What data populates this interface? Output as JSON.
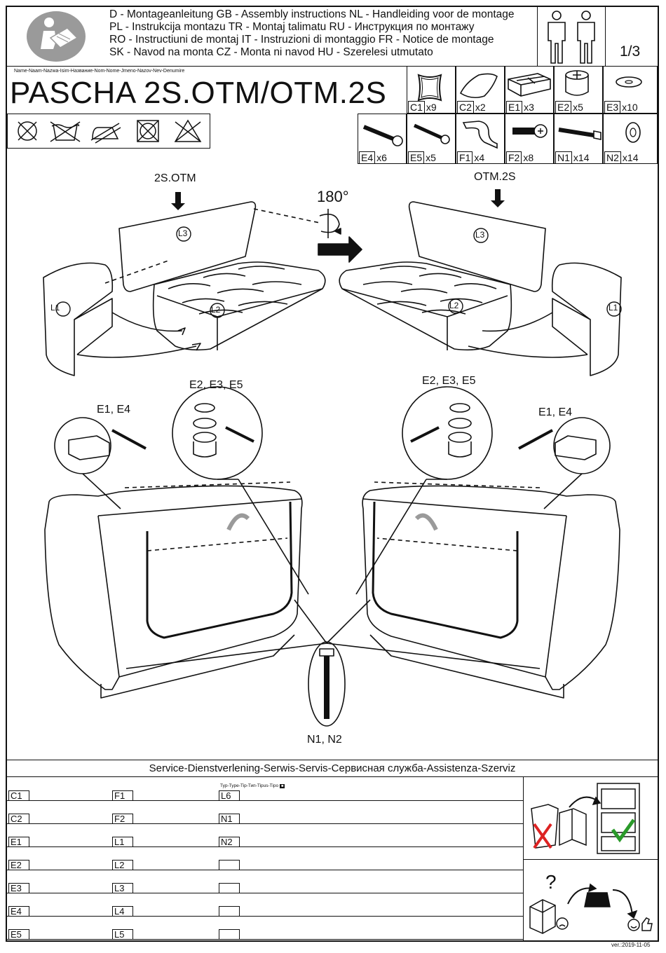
{
  "header": {
    "languages": [
      "D - Montageanleitung GB - Assembly instructions NL - Handleiding voor de montage",
      "PL - Instrukcija montazu TR - Montaj talimatu RU - Инструкция по монтажу",
      "RO - Instructiuni de montaj IT - Instruzioni di montaggio FR - Notice de montage",
      "SK - Navod na monta CZ - Monta ni navod HU - Szerelesi utmutato"
    ],
    "page_number": "1/3",
    "names_caption": "Name-Naam-Nazwa-Isim-Название-Nom-Nome-Jmeno-Nazov-Nev-Denumire",
    "model": "PASCHA 2S.OTM/OTM.2S"
  },
  "parts": [
    {
      "code": "C1",
      "qty": "x9"
    },
    {
      "code": "C2",
      "qty": "x2"
    },
    {
      "code": "E1",
      "qty": "x3"
    },
    {
      "code": "E2",
      "qty": "x5"
    },
    {
      "code": "E3",
      "qty": "x10"
    },
    {
      "code": "E4",
      "qty": "x6"
    },
    {
      "code": "E5",
      "qty": "x5"
    },
    {
      "code": "F1",
      "qty": "x4"
    },
    {
      "code": "F2",
      "qty": "x8"
    },
    {
      "code": "N1",
      "qty": "x14"
    },
    {
      "code": "N2",
      "qty": "x14"
    }
  ],
  "diagram": {
    "left_model": "2S.OTM",
    "right_model": "OTM.2S",
    "rotation": "180°",
    "part_labels": [
      "L1",
      "L2",
      "L3"
    ],
    "left_legs_callout": "E1, E4",
    "left_feet_callout": "E2, E3, E5",
    "right_feet_callout": "E2, E3, E5",
    "right_legs_callout": "E1, E4",
    "bolt_callout": "N1, N2"
  },
  "service": {
    "title": "Service-Dienstverlening-Serwis-Servis-Сервисная служба-Assistenza-Szerviz",
    "type_caption": "Typ-Type-Tip-Тип-Tipus-Tipo",
    "col1": [
      "C1",
      "C2",
      "E1",
      "E2",
      "E3",
      "E4",
      "E5"
    ],
    "col2": [
      "F1",
      "F2",
      "L1",
      "L2",
      "L3",
      "L4",
      "L5"
    ],
    "col3": [
      "L6",
      "N1",
      "N2",
      "",
      "",
      "",
      ""
    ]
  },
  "version": "ver.:2019-11-05"
}
